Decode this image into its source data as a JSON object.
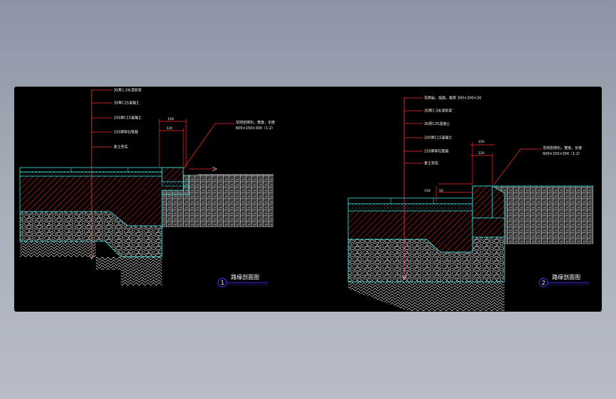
{
  "colors": {
    "background": "#000000",
    "leader": "#ff2a2a",
    "outline": "#36e6e6",
    "hatch": "#ffffff",
    "text": "#ffffff",
    "title_bubble": "#3a2bd8"
  },
  "detail1": {
    "layers": [
      "30厚1:3水泥砂浆",
      "30厚C25混凝土",
      "100厚C15混凝土",
      "150厚碎石垫层",
      "素土夯实"
    ],
    "curb_note": [
      "花岗岩侧石，宽度，长度",
      "600×150×300（1:2）"
    ],
    "dims": [
      "150",
      "120"
    ],
    "title_number": "1",
    "title": "路缘剖面图"
  },
  "detail2": {
    "layers": [
      "花岗岩，烧面，板厚 300×300×30",
      "30厚1:3水泥砂浆",
      "100厚C15混凝土",
      "150厚碎石垫层",
      "素土夯实"
    ],
    "curb_note": [
      "花岗岩侧石，宽度，长度",
      "600×150×300（1:2）"
    ],
    "dims": [
      "150",
      "120",
      "150",
      "50"
    ],
    "title_number": "2",
    "title": "路缘剖面图"
  }
}
